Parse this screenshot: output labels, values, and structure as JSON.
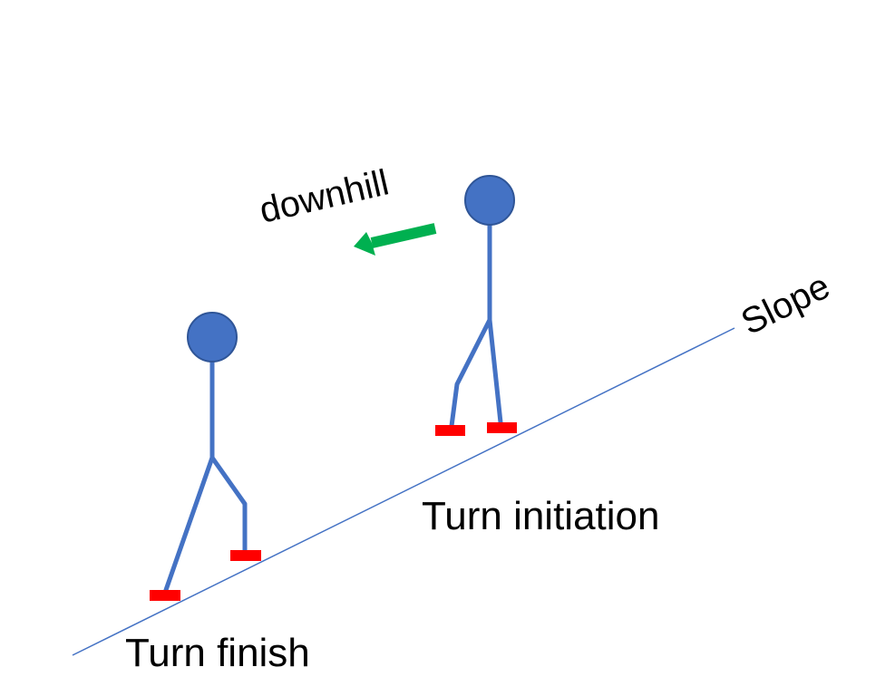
{
  "labels": {
    "downhill": "downhill",
    "slope": "Slope",
    "turn_initiation": "Turn initiation",
    "turn_finish": "Turn finish"
  },
  "colors": {
    "figure": "#4472c4",
    "head_outline": "#2f5597",
    "ski": "#ff0000",
    "arrow": "#00b050",
    "slope_line": "#4472c4",
    "text": "#000000"
  }
}
